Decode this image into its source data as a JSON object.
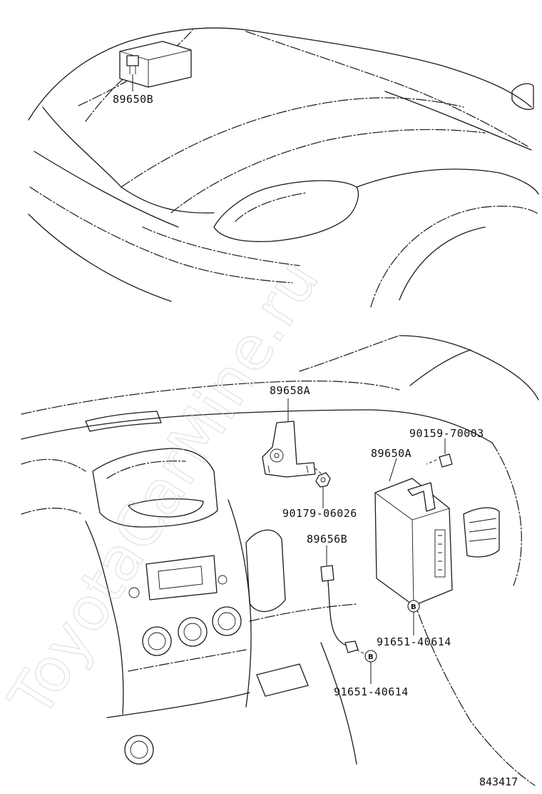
{
  "watermark": "ToyotaCarMine.ru",
  "reference_number": "843417",
  "top_view": {
    "parts": [
      {
        "id": "89650B"
      }
    ]
  },
  "bottom_view": {
    "parts": [
      {
        "id": "89658A"
      },
      {
        "id": "90159-70003"
      },
      {
        "id": "89650A"
      },
      {
        "id": "90179-06026"
      },
      {
        "id": "89656B"
      },
      {
        "id": "91651-40614",
        "badge": "B"
      },
      {
        "id": "91651-40614",
        "badge": "B"
      }
    ]
  }
}
